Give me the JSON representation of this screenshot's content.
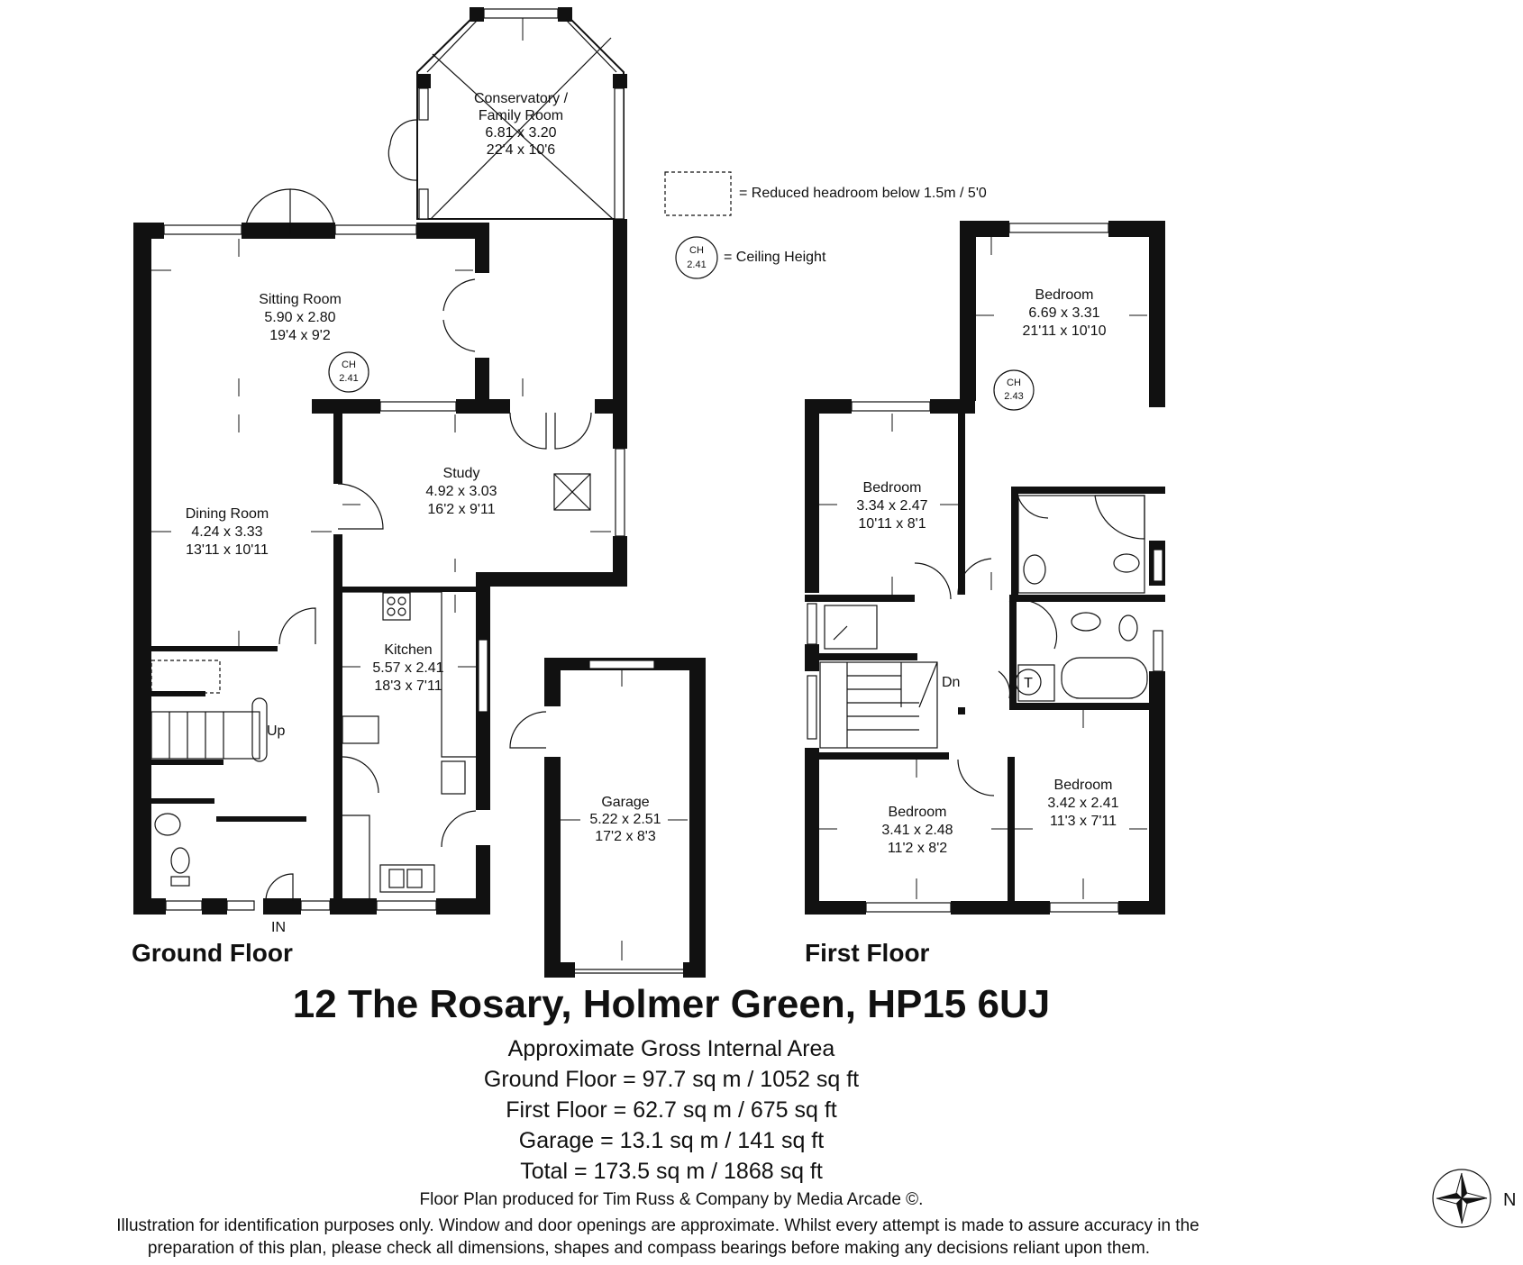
{
  "ground_floor": {
    "title": "Ground Floor",
    "entrance": "IN",
    "stairs_label": "Up",
    "rooms": {
      "conservatory": {
        "name": "Conservatory /",
        "name2": "Family Room",
        "metric": "6.81 x 3.20",
        "imperial": "22'4 x 10'6"
      },
      "sitting": {
        "name": "Sitting Room",
        "metric": "5.90 x 2.80",
        "imperial": "19'4 x 9'2"
      },
      "dining": {
        "name": "Dining Room",
        "metric": "4.24 x 3.33",
        "imperial": "13'11 x 10'11"
      },
      "study": {
        "name": "Study",
        "metric": "4.92 x 3.03",
        "imperial": "16'2 x 9'11"
      },
      "kitchen": {
        "name": "Kitchen",
        "metric": "5.57 x 2.41",
        "imperial": "18'3 x 7'11"
      },
      "garage": {
        "name": "Garage",
        "metric": "5.22 x 2.51",
        "imperial": "17'2 x 8'3"
      }
    },
    "ceiling_height": {
      "label": "CH",
      "value": "2.41"
    }
  },
  "first_floor": {
    "title": "First Floor",
    "stairs_label": "Dn",
    "cylinder_label": "T",
    "rooms": {
      "bed1": {
        "name": "Bedroom",
        "metric": "6.69 x 3.31",
        "imperial": "21'11 x 10'10"
      },
      "bed2": {
        "name": "Bedroom",
        "metric": "3.34 x 2.47",
        "imperial": "10'11 x 8'1"
      },
      "bed3": {
        "name": "Bedroom",
        "metric": "3.41 x 2.48",
        "imperial": "11'2 x 8'2"
      },
      "bed4": {
        "name": "Bedroom",
        "metric": "3.42 x 2.41",
        "imperial": "11'3 x 7'11"
      }
    },
    "ceiling_height": {
      "label": "CH",
      "value": "2.43"
    }
  },
  "legend": {
    "reduced_headroom": "= Reduced headroom below 1.5m / 5'0",
    "ceiling_height": "= Ceiling Height",
    "ch_label": "CH",
    "ch_value": "2.41"
  },
  "compass": {
    "north_label": "N"
  },
  "footer": {
    "address": "12 The Rosary, Holmer Green, HP15 6UJ",
    "area_title": "Approximate Gross Internal Area",
    "ground_area": "Ground Floor = 97.7 sq m / 1052 sq ft",
    "first_area": "First Floor = 62.7 sq m / 675 sq ft",
    "garage_area": "Garage = 13.1 sq m / 141 sq ft",
    "total_area": "Total = 173.5 sq m / 1868 sq ft",
    "producer": "Floor Plan produced for Tim Russ & Company by Media Arcade ©.",
    "disclaimer1": "Illustration for identification purposes only. Window and door openings are approximate. Whilst every attempt is made to assure accuracy in the",
    "disclaimer2": "preparation of this plan, please check all dimensions, shapes and compass bearings before making any decisions reliant upon them."
  }
}
